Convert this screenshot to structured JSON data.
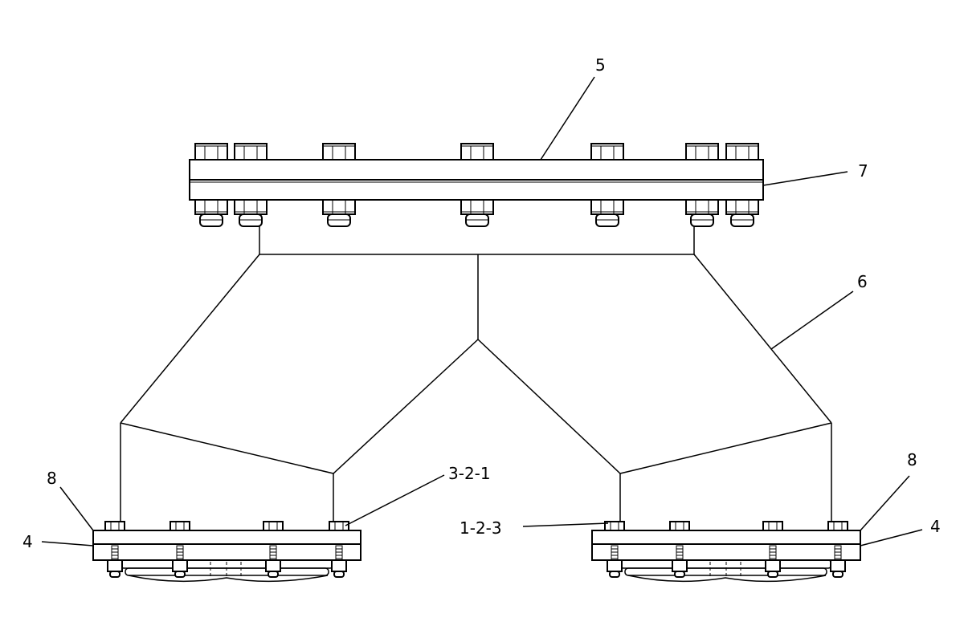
{
  "diagram": {
    "callouts": {
      "c5": "5",
      "c7": "7",
      "c6": "6",
      "c8_left": "8",
      "c8_right": "8",
      "c4_left": "4",
      "c4_right": "4",
      "c321": "3-2-1",
      "c123": "1-2-3"
    }
  }
}
